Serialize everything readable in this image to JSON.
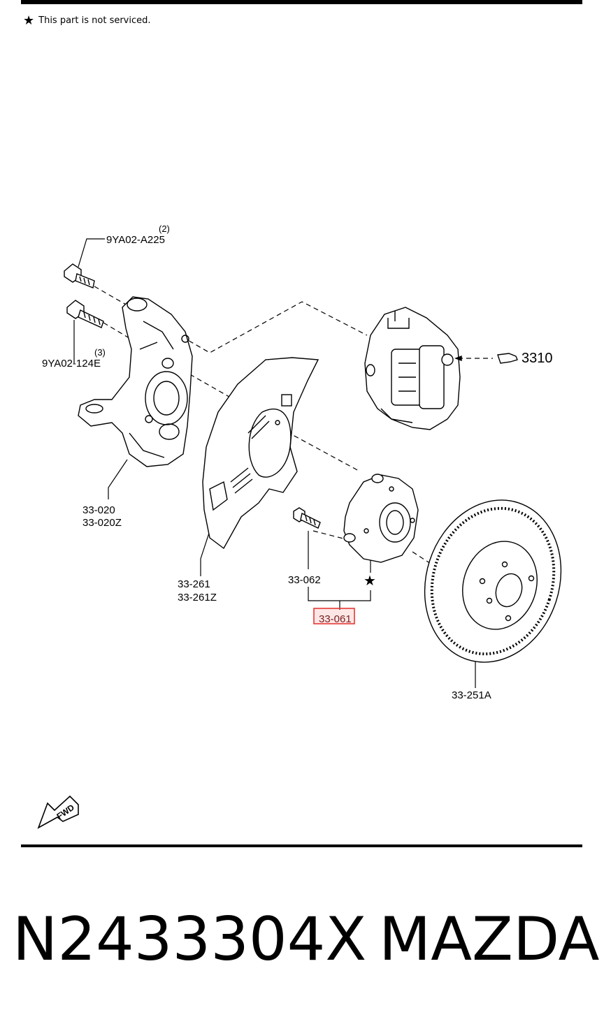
{
  "note": {
    "symbol": "★",
    "text": "This part is not serviced."
  },
  "labels": {
    "bolt_upper_qty": "(2)",
    "bolt_upper": "9YA02-A225",
    "bolt_lower_qty": "(3)",
    "bolt_lower": "9YA02-124E",
    "caliper": "3310",
    "knuckle_1": "33-020",
    "knuckle_2": "33-020Z",
    "dust_shield_1": "33-261",
    "dust_shield_2": "33-261Z",
    "hub_bolt": "33-062",
    "hub_star": "★",
    "hub_assembly": "33-061",
    "disc": "33-251A",
    "fwd": "FWD"
  },
  "highlight": {
    "target": "33-061",
    "color": "#e53935"
  },
  "footer": {
    "part_number": "N2433304X",
    "brand": "MAZDA"
  }
}
